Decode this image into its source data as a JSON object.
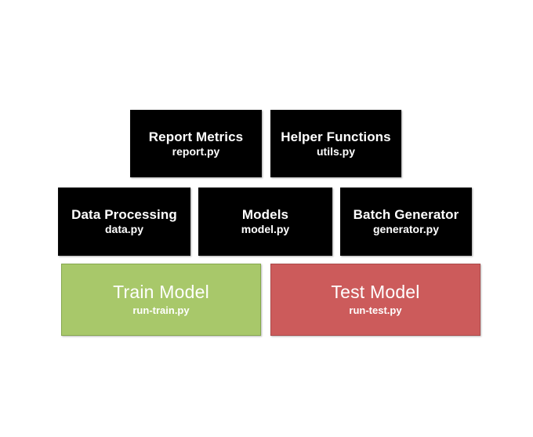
{
  "diagram": {
    "background_color": "#ffffff",
    "rows": [
      {
        "name": "support-modules-row",
        "nodes": [
          {
            "id": "report",
            "title": "Report Metrics",
            "file": "report.py",
            "fill": "#000000",
            "text_color": "#ffffff"
          },
          {
            "id": "helper",
            "title": "Helper Functions",
            "file": "utils.py",
            "fill": "#000000",
            "text_color": "#ffffff"
          }
        ]
      },
      {
        "name": "core-modules-row",
        "nodes": [
          {
            "id": "data",
            "title": "Data Processing",
            "file": "data.py",
            "fill": "#000000",
            "text_color": "#ffffff"
          },
          {
            "id": "models",
            "title": "Models",
            "file": "model.py",
            "fill": "#000000",
            "text_color": "#ffffff"
          },
          {
            "id": "batch",
            "title": "Batch Generator",
            "file": "generator.py",
            "fill": "#000000",
            "text_color": "#ffffff"
          }
        ]
      },
      {
        "name": "entry-points-row",
        "nodes": [
          {
            "id": "train",
            "title": "Train Model",
            "file": "run-train.py",
            "fill": "#a8c86a",
            "text_color": "#ffffff"
          },
          {
            "id": "test",
            "title": "Test Model",
            "file": "run-test.py",
            "fill": "#cc5b5b",
            "text_color": "#ffffff"
          }
        ]
      }
    ]
  }
}
